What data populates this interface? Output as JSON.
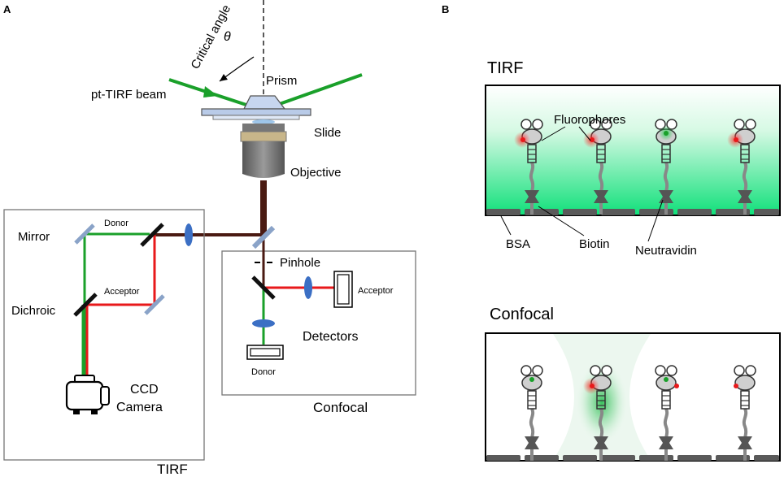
{
  "panel_a": {
    "letter": "A",
    "critical_angle": "Critical angle",
    "theta": "θ",
    "beam": "pt-TIRF  beam",
    "prism": "Prism",
    "slide": "Slide",
    "objective": "Objective",
    "tirf_box": {
      "title": "TIRF",
      "mirror": "Mirror",
      "donor": "Donor",
      "acceptor": "Acceptor",
      "dichroic": "Dichroic",
      "ccd": "CCD",
      "camera": "Camera"
    },
    "confocal_box": {
      "title": "Confocal",
      "pinhole": "Pinhole",
      "acceptor": "Acceptor",
      "detectors": "Detectors",
      "donor": "Donor"
    }
  },
  "panel_b": {
    "letter": "B",
    "tirf": {
      "title": "TIRF",
      "fluorophores": "Fluorophores",
      "bsa": "BSA",
      "biotin": "Biotin",
      "neutravidin": "Neutravidin"
    },
    "confocal": {
      "title": "Confocal"
    }
  },
  "colors": {
    "green": "#1aa02a",
    "red": "#e8191b",
    "brown": "#4a1a12",
    "lens": "#3b6fc4",
    "tirf_glow": "#12e47a"
  }
}
